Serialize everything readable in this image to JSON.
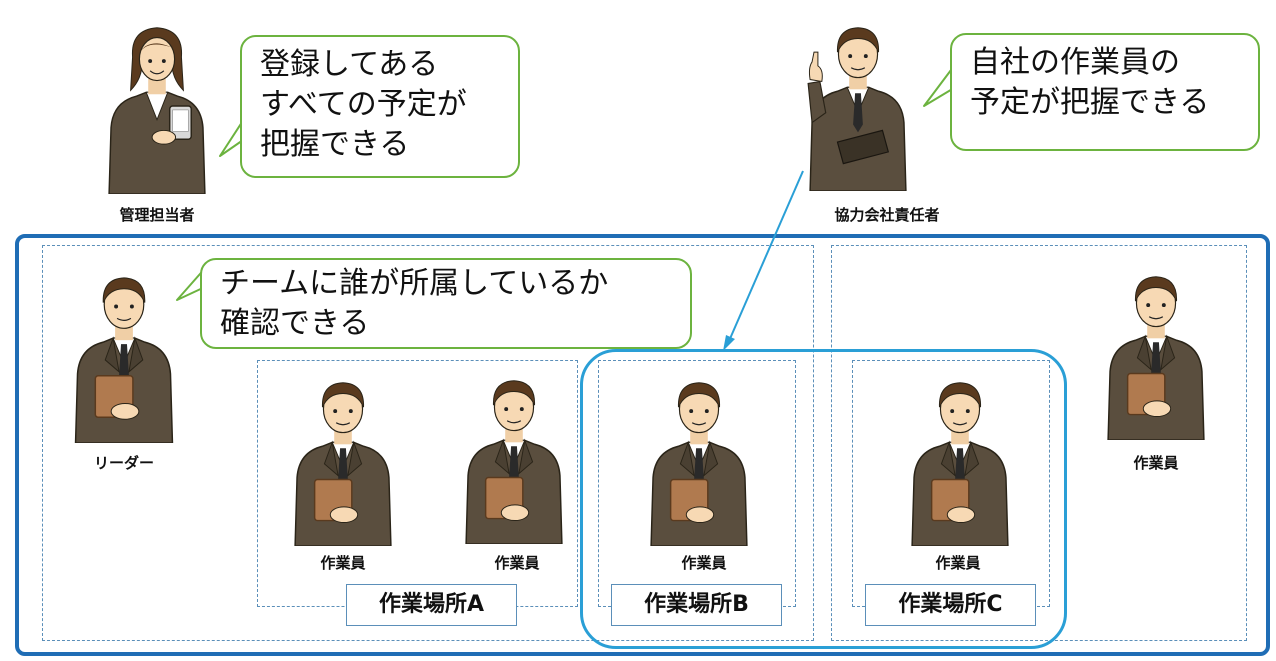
{
  "bubbles": {
    "manager": [
      "登録してある",
      "すべての予定が",
      "把握できる"
    ],
    "partner": [
      "自社の作業員の",
      "予定が把握できる"
    ],
    "leader": [
      "チームに誰が所属しているか",
      "確認できる"
    ]
  },
  "roles": {
    "manager": "管理担当者",
    "partner": "協力会社責任者",
    "leader": "リーダー",
    "worker": "作業員"
  },
  "places": {
    "a": "作業場所A",
    "b": "作業場所B",
    "c": "作業場所C"
  },
  "colors": {
    "outer_frame": "#1f6db5",
    "highlight_frame": "#2a9fd6",
    "dashed_group": "#5b8fb9",
    "bubble_border": "#6cb33f",
    "suit": "#5a4e3e",
    "skin": "#f7d9b4",
    "hair": "#5a3a1e",
    "folder": "#b07a4f"
  }
}
